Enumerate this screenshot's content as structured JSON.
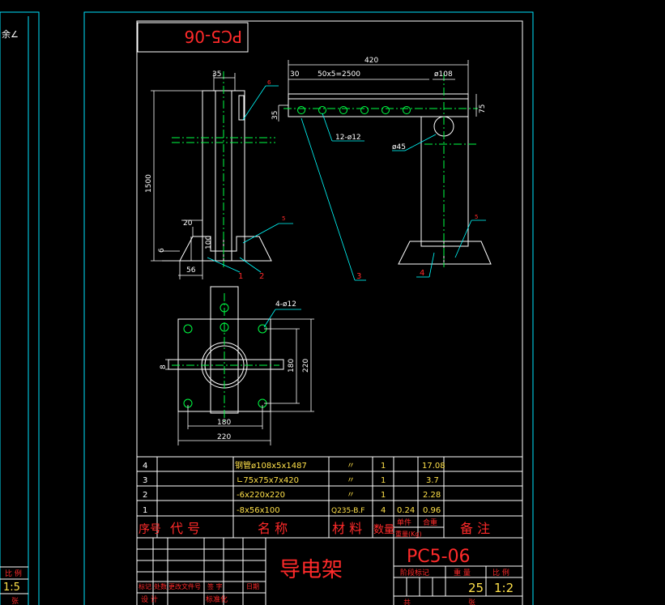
{
  "title_block_top": "PC5-06",
  "drawing_code": "PC5-06",
  "drawing_name": "导电架",
  "dims": {
    "overall_width": "420",
    "start": "30",
    "pitch": "50x5=2500",
    "pipe_diameter": "ø108",
    "beam_height": "75",
    "hole_offset": "35",
    "holes_beam": "12-ø12",
    "hole_large": "ø45",
    "post_width": "35",
    "height": "1500",
    "rib_width": "20",
    "rib_height": "100",
    "base_thick": "6",
    "base_half": "56",
    "plate_holes": "4-ø12",
    "plate_inner": "180",
    "plate_outer": "220",
    "plate_inner_w": "180",
    "plate_outer_w": "220",
    "rib_thick": "8"
  },
  "weld_symbols": [
    "6",
    "5",
    "5"
  ],
  "callouts": [
    "1",
    "2",
    "3",
    "4"
  ],
  "parts": [
    {
      "no": "4",
      "name": "钢管ø108x5x1487",
      "mat": "〃",
      "qty": "1",
      "unit": "",
      "total": "17.08"
    },
    {
      "no": "3",
      "name": "∟75x75x7x420",
      "mat": "〃",
      "qty": "1",
      "unit": "",
      "total": "3.7"
    },
    {
      "no": "2",
      "name": "-6x220x220",
      "mat": "〃",
      "qty": "1",
      "unit": "",
      "total": "2.28"
    },
    {
      "no": "1",
      "name": "-8x56x100",
      "mat": "Q235-B.F",
      "qty": "4",
      "unit": "0.24",
      "total": "0.96"
    }
  ],
  "parts_header": {
    "no": "序号",
    "code": "代 号",
    "name": "名 称",
    "mat": "材 料",
    "qty": "数量",
    "unit": "单件",
    "total": "合重",
    "weight": "重量(Kg)",
    "remark": "备 注"
  },
  "title_block": {
    "marks": "标记",
    "count": "处数",
    "change_doc": "更改文件号",
    "signature": "签 字",
    "date": "日期",
    "design": "设 计",
    "standard": "标准化",
    "stage": "阶段标记",
    "weight": "重 量",
    "scale": "比 例",
    "weight_val": "25",
    "scale_val": "1:2",
    "sheet_total": "共",
    "sheet_no": "张"
  },
  "left_panel": {
    "scale_label": "比 例",
    "scale_val": "1:5",
    "corner_text": "余∠",
    "bottom_text": "张"
  }
}
